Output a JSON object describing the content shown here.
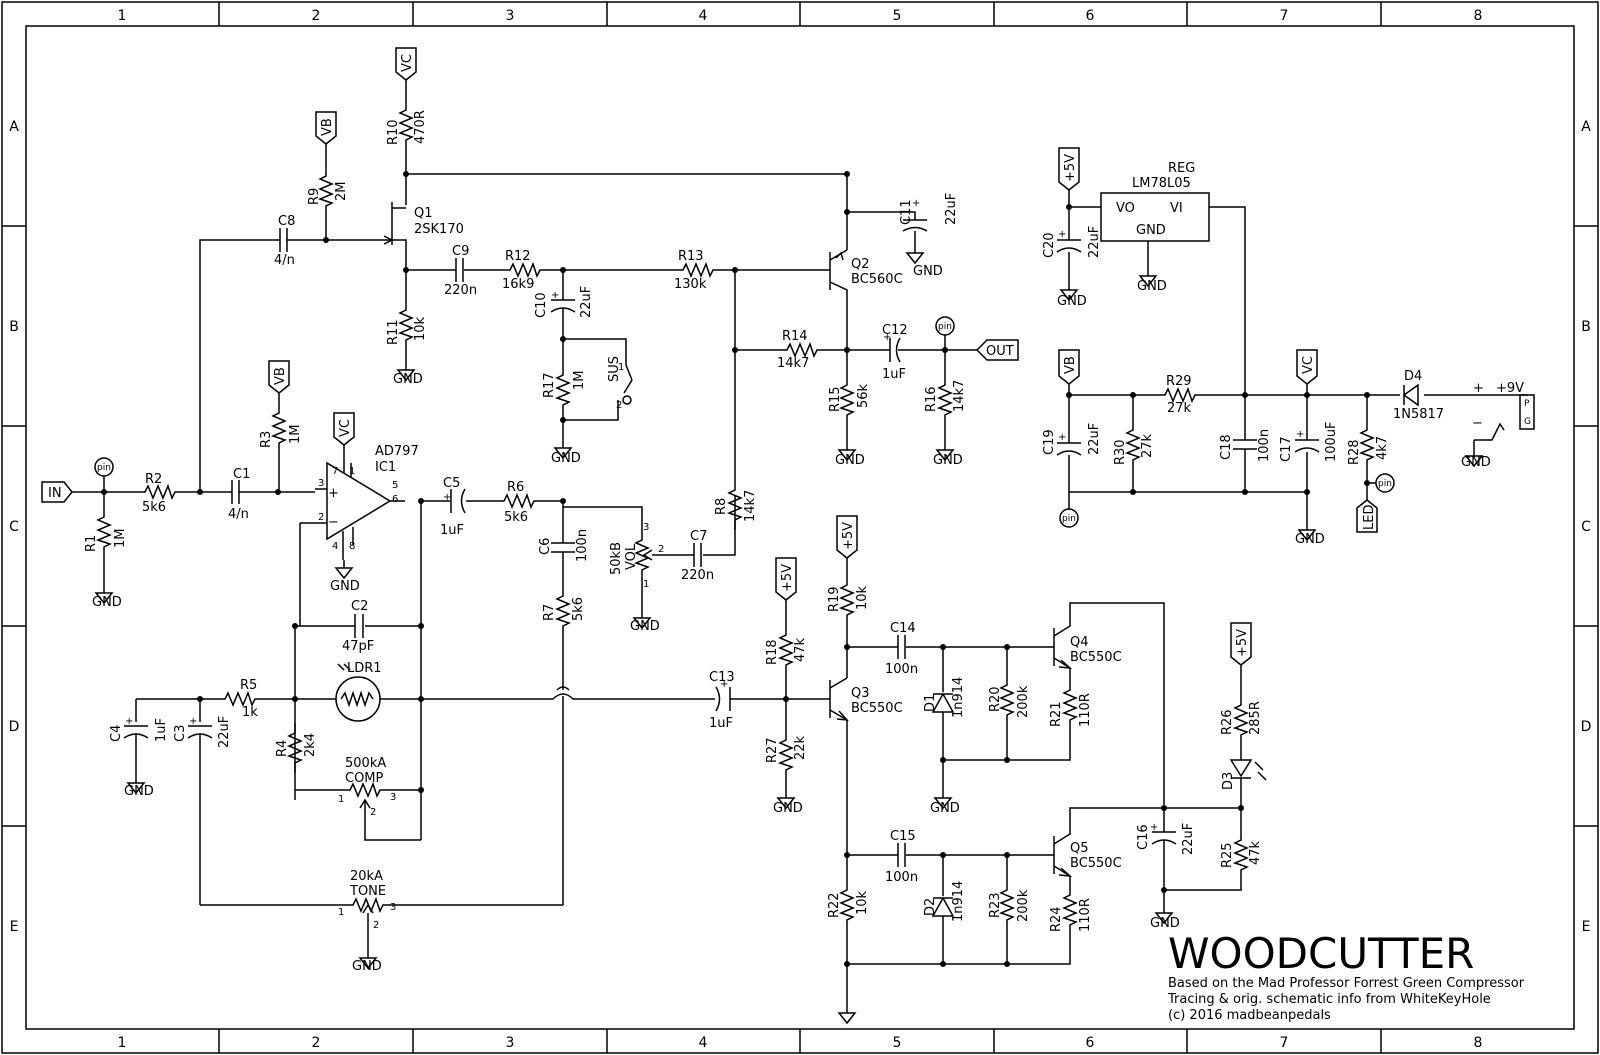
{
  "title_block": {
    "title": "WOODCUTTER",
    "line1": "Based on the Mad Professor Forrest Green Compressor",
    "line2": "Tracing & orig. schematic info from WhiteKeyHole",
    "line3": "(c) 2016 madbeanpedals"
  },
  "frame": {
    "cols": [
      "1",
      "2",
      "3",
      "4",
      "5",
      "6",
      "7",
      "8"
    ],
    "rows": [
      "A",
      "B",
      "C",
      "D",
      "E"
    ]
  },
  "ports": {
    "in": "IN",
    "out": "OUT",
    "vc": "VC",
    "vb": "VB",
    "p5v": "+5V",
    "led": "LED",
    "gnd": "GND",
    "pin": "pin",
    "p9v": "+9V",
    "plus": "+",
    "minus": "−",
    "p": "P",
    "g": "G"
  },
  "parts": {
    "R1": "R1",
    "R1v": "1M",
    "R2": "R2",
    "R2v": "5k6",
    "R3": "R3",
    "R3v": "1M",
    "R4": "R4",
    "R4v": "2k4",
    "R5": "R5",
    "R5v": "1k",
    "R6": "R6",
    "R6v": "5k6",
    "R7": "R7",
    "R7v": "5k6",
    "R8": "R8",
    "R8v": "14k7",
    "R9": "R9",
    "R9v": "2M",
    "R10": "R10",
    "R10v": "470R",
    "R11": "R11",
    "R11v": "10k",
    "R12": "R12",
    "R12v": "16k9",
    "R13": "R13",
    "R13v": "130k",
    "R14": "R14",
    "R14v": "14k7",
    "R15": "R15",
    "R15v": "56k",
    "R16": "R16",
    "R16v": "14k7",
    "R17": "R17",
    "R17v": "1M",
    "R18": "R18",
    "R18v": "47k",
    "R19": "R19",
    "R19v": "10k",
    "R20": "R20",
    "R20v": "200k",
    "R21": "R21",
    "R21v": "110R",
    "R22": "R22",
    "R22v": "10k",
    "R23": "R23",
    "R23v": "200k",
    "R24": "R24",
    "R24v": "110R",
    "R25": "R25",
    "R25v": "47k",
    "R26": "R26",
    "R26v": "285R",
    "R27": "R27",
    "R27v": "22k",
    "R28": "R28",
    "R28v": "4k7",
    "R29": "R29",
    "R29v": "27k",
    "R30": "R30",
    "R30v": "27k",
    "C1": "C1",
    "C1v": "4/n",
    "C2": "C2",
    "C2v": "47pF",
    "C3": "C3",
    "C3v": "22uF",
    "C4": "C4",
    "C4v": "1uF",
    "C5": "C5",
    "C5v": "1uF",
    "C6": "C6",
    "C6v": "100n",
    "C7": "C7",
    "C7v": "220n",
    "C8": "C8",
    "C8v": "4/n",
    "C9": "C9",
    "C9v": "220n",
    "C10": "C10",
    "C10v": "22uF",
    "C11": "C11",
    "C11v": "22uF",
    "C12": "C12",
    "C12v": "1uF",
    "C13": "C13",
    "C13v": "1uF",
    "C14": "C14",
    "C14v": "100n",
    "C15": "C15",
    "C15v": "100n",
    "C16": "C16",
    "C16v": "22uF",
    "C17": "C17",
    "C17v": "100uF",
    "C18": "C18",
    "C18v": "100n",
    "C19": "C19",
    "C19v": "22uF",
    "C20": "C20",
    "C20v": "22uF",
    "Q1": "Q1",
    "Q1v": "2SK170",
    "Q2": "Q2",
    "Q2v": "BC560C",
    "Q3": "Q3",
    "Q3v": "BC550C",
    "Q4": "Q4",
    "Q4v": "BC550C",
    "Q5": "Q5",
    "Q5v": "BC550C",
    "D1": "D1",
    "D1v": "1n914",
    "D2": "D2",
    "D2v": "1n914",
    "D3": "D3",
    "D4": "D4",
    "D4v": "1N5817",
    "IC1": "IC1",
    "IC1v": "AD797",
    "LDR1": "LDR1",
    "REG": "REG",
    "REGv": "LM78L05",
    "VO": "VO",
    "VI": "VI",
    "REGgnd": "GND",
    "SUS": "SUS",
    "VOL": "VOL",
    "VOLv": "50kB",
    "COMP": "COMP",
    "COMPv": "500kA",
    "TONE": "TONE",
    "TONEv": "20kA"
  }
}
